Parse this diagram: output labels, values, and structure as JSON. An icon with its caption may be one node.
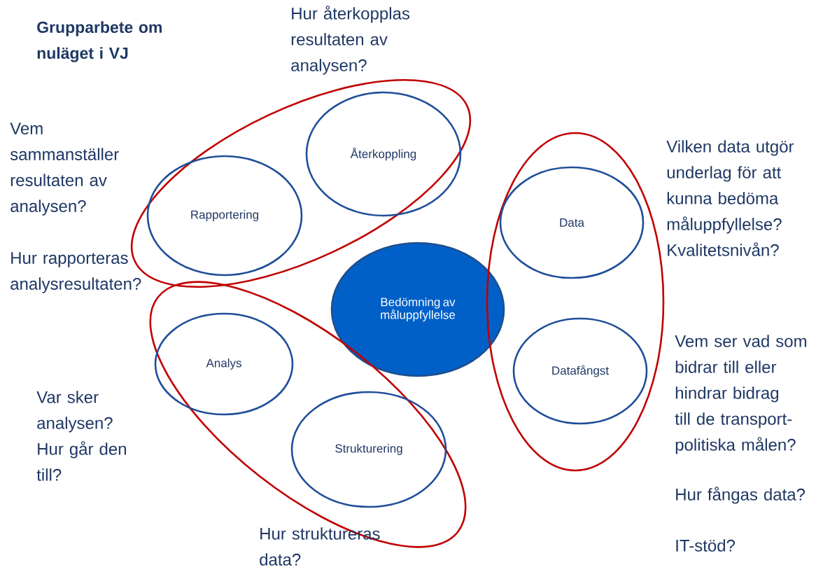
{
  "diagram": {
    "title": "Grupparbete om nuläget i VJ",
    "nodes": [
      {
        "text": [],
        "shape": "ellipse"
      },
      {
        "text": [
          "Återkoppling"
        ],
        "in": 0
      },
      {
        "text": [
          "Rapportering"
        ],
        "in": 0
      },
      {
        "text": [],
        "shape": "ellipse"
      },
      {
        "text": [
          "Data"
        ],
        "in": 3
      },
      {
        "text": [
          "Datafångst"
        ],
        "in": 3
      },
      {
        "text": [
          "Bedömning av måluppfyllelse"
        ]
      },
      {
        "text": [],
        "shape": "ellipse"
      },
      {
        "text": [
          "Analys"
        ],
        "in": 7
      },
      {
        "text": [
          "Strukturering"
        ],
        "in": 7
      }
    ],
    "labels": [
      "Hur återkopplas resultaten av analysen?",
      "Vem sammanställer resultaten av analysen?",
      "Vilken data utgör underlag för att kunna bedöma måluppfyllelse? Kvalitetsnivån?",
      "Hur rapporteras analysresultaten?",
      "Vem ser vad som bidrar till eller hindrar bidrag till de transport-politiska målen?",
      "Var sker analysen? Hur går den till?",
      "Hur fångas data?",
      "IT-stöd?",
      "Hur struktureras data?"
    ]
  }
}
